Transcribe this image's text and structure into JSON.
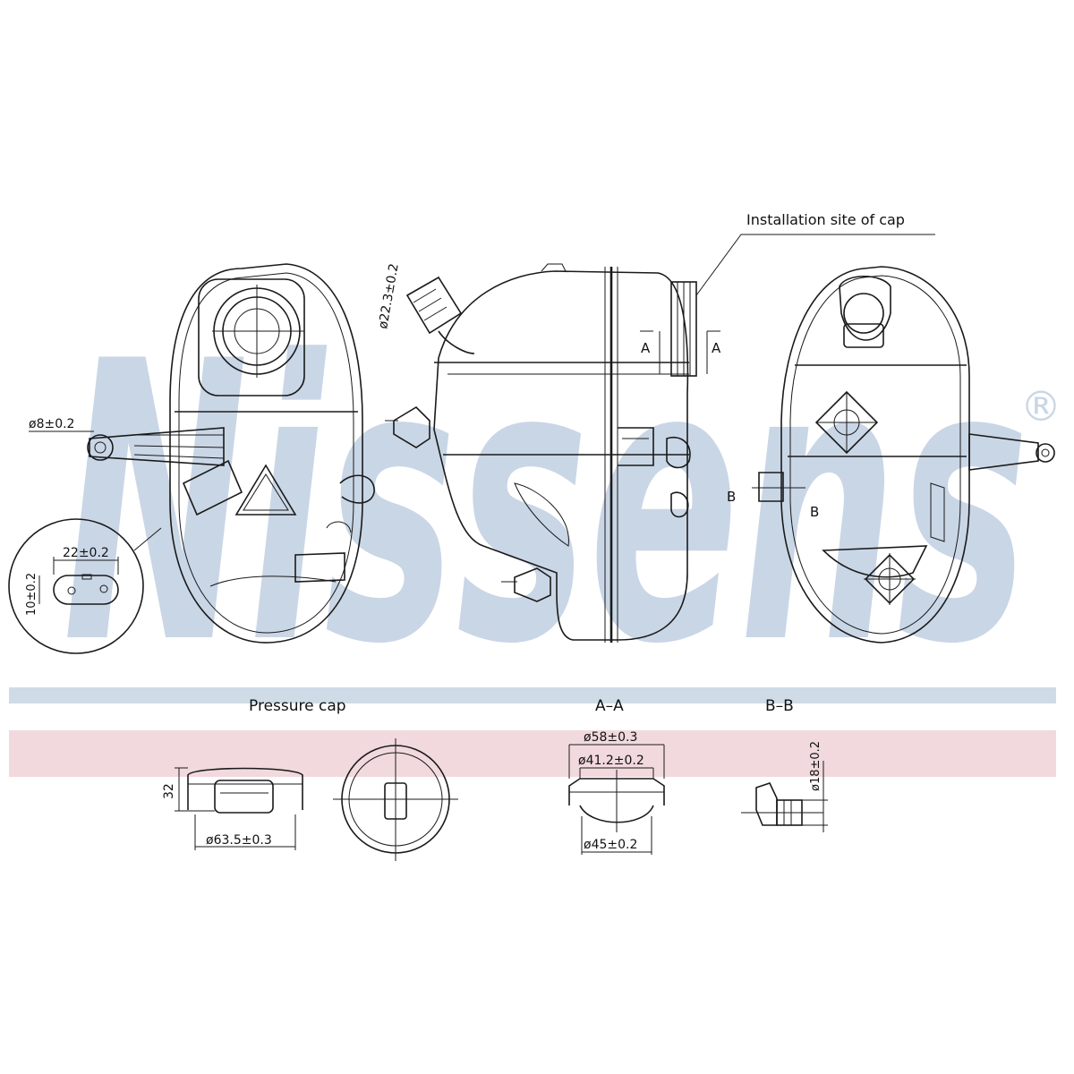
{
  "brand": {
    "watermark": "Nissens",
    "registered": "®",
    "watermark_color": "#c9d6e6",
    "band_blue": "#cfdbe7",
    "band_pink": "#f1d9dd"
  },
  "labels": {
    "installation_site": "Installation site of cap",
    "pressure_cap": "Pressure cap",
    "section_aa": "A–A",
    "section_bb": "B–B",
    "marker_a_left": "A",
    "marker_a_right": "A",
    "marker_b_left": "B",
    "marker_b_right": "B"
  },
  "dimensions": {
    "d8": "ø8±0.2",
    "d22": "22±0.2",
    "d10": "10±0.2",
    "d22_3": "ø22.3±0.2",
    "cap_height": "32",
    "cap_d63": "ø63.5±0.3",
    "aa_d58": "ø58±0.3",
    "aa_d41": "ø41.2±0.2",
    "aa_d45": "ø45±0.2",
    "bb_d18": "ø18±0.2"
  }
}
